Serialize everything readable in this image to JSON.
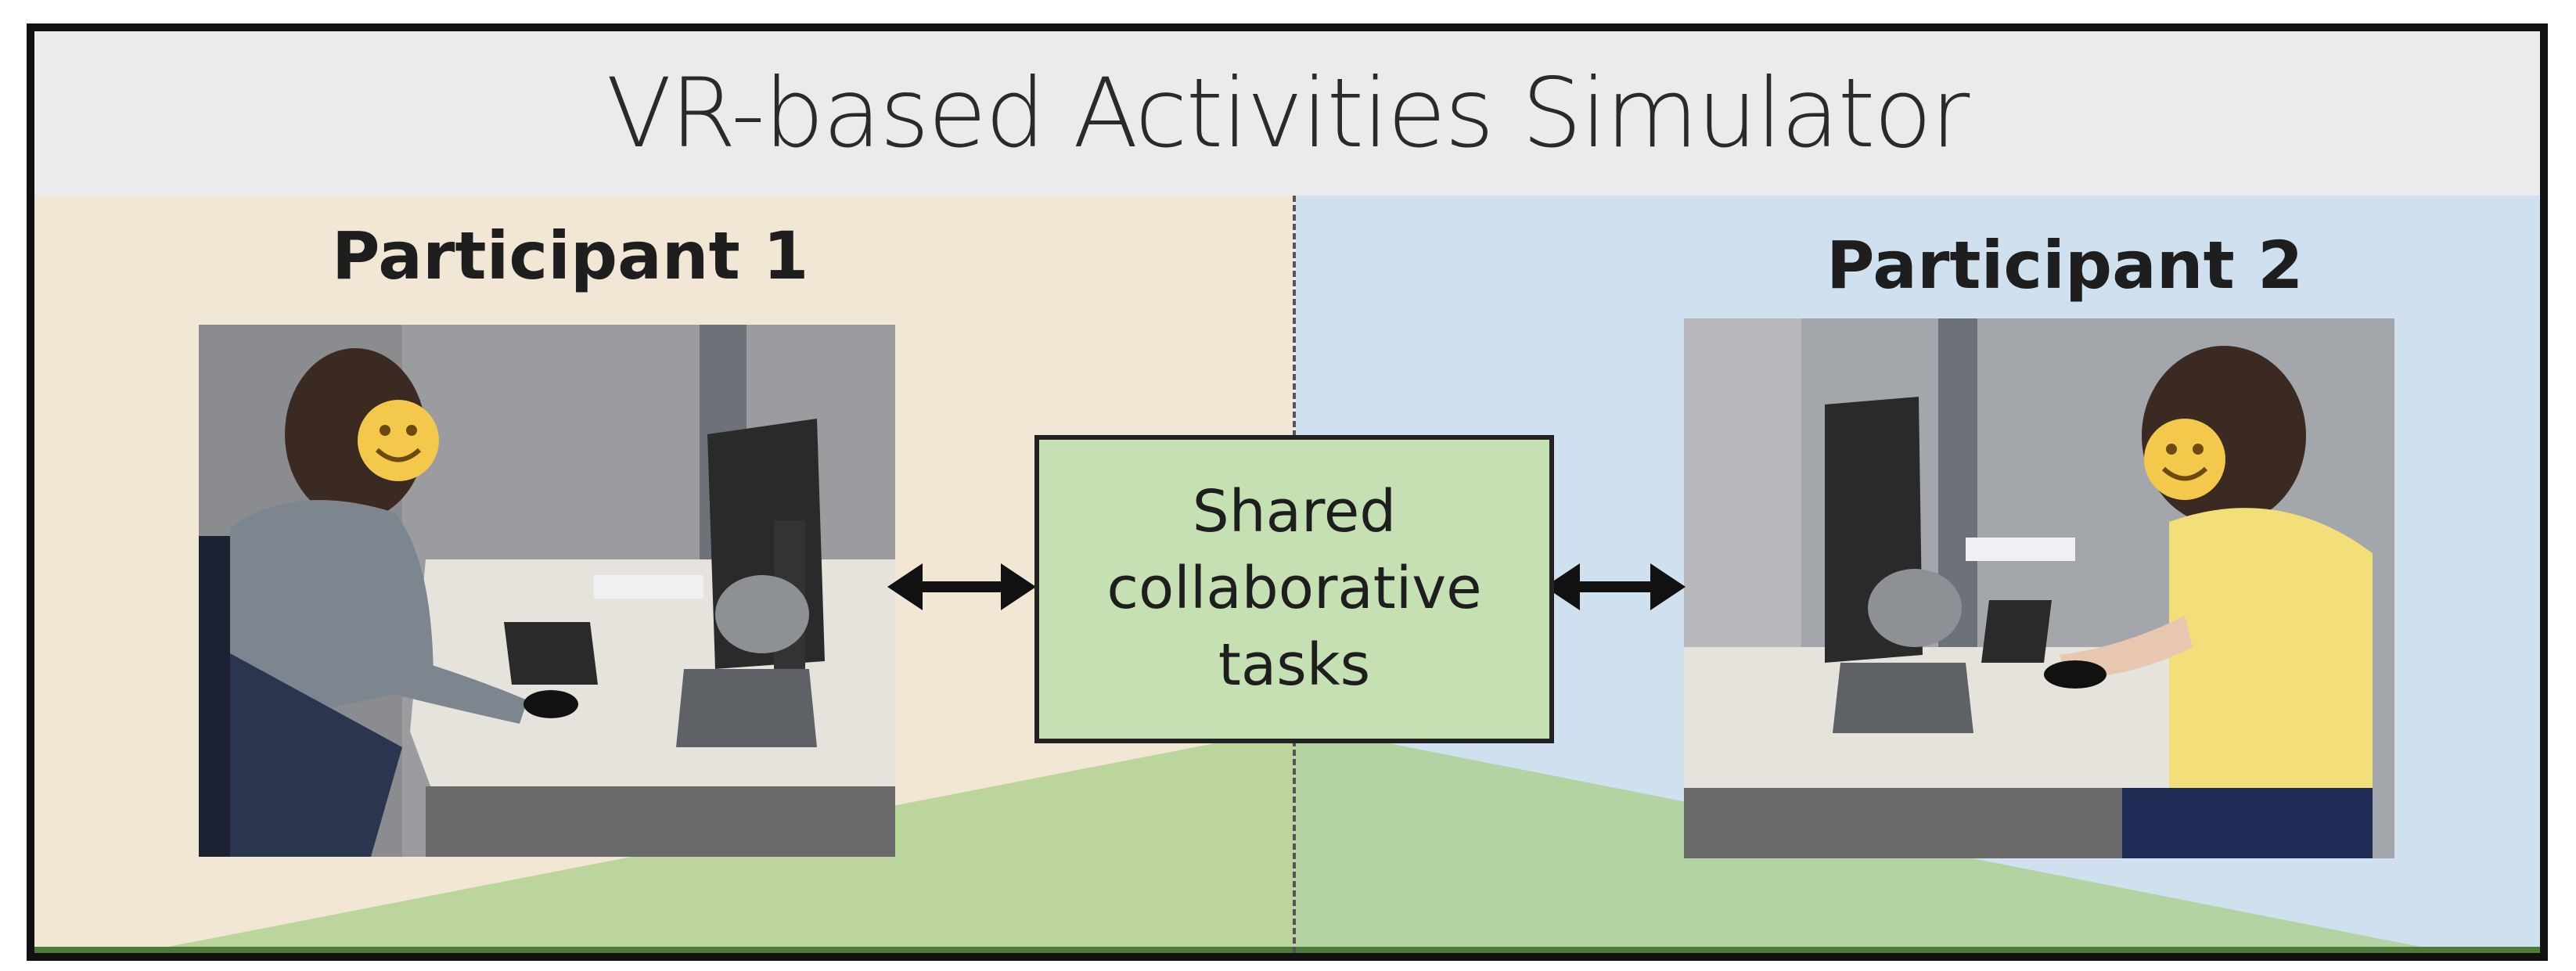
{
  "title": "VR-based Activities Simulator",
  "participants": [
    {
      "label": "Participant 1",
      "panel_color": "#f2e6d4"
    },
    {
      "label": "Participant 2",
      "panel_color": "#cfe0ef"
    }
  ],
  "center_box": {
    "text": "Shared\ncollaborative\ntasks",
    "fill": "#c5e0b2"
  },
  "colors": {
    "frame": "#111111",
    "title_bg": "#ebebeb",
    "wedge": "#a9cf8a",
    "arrow": "#111111"
  }
}
